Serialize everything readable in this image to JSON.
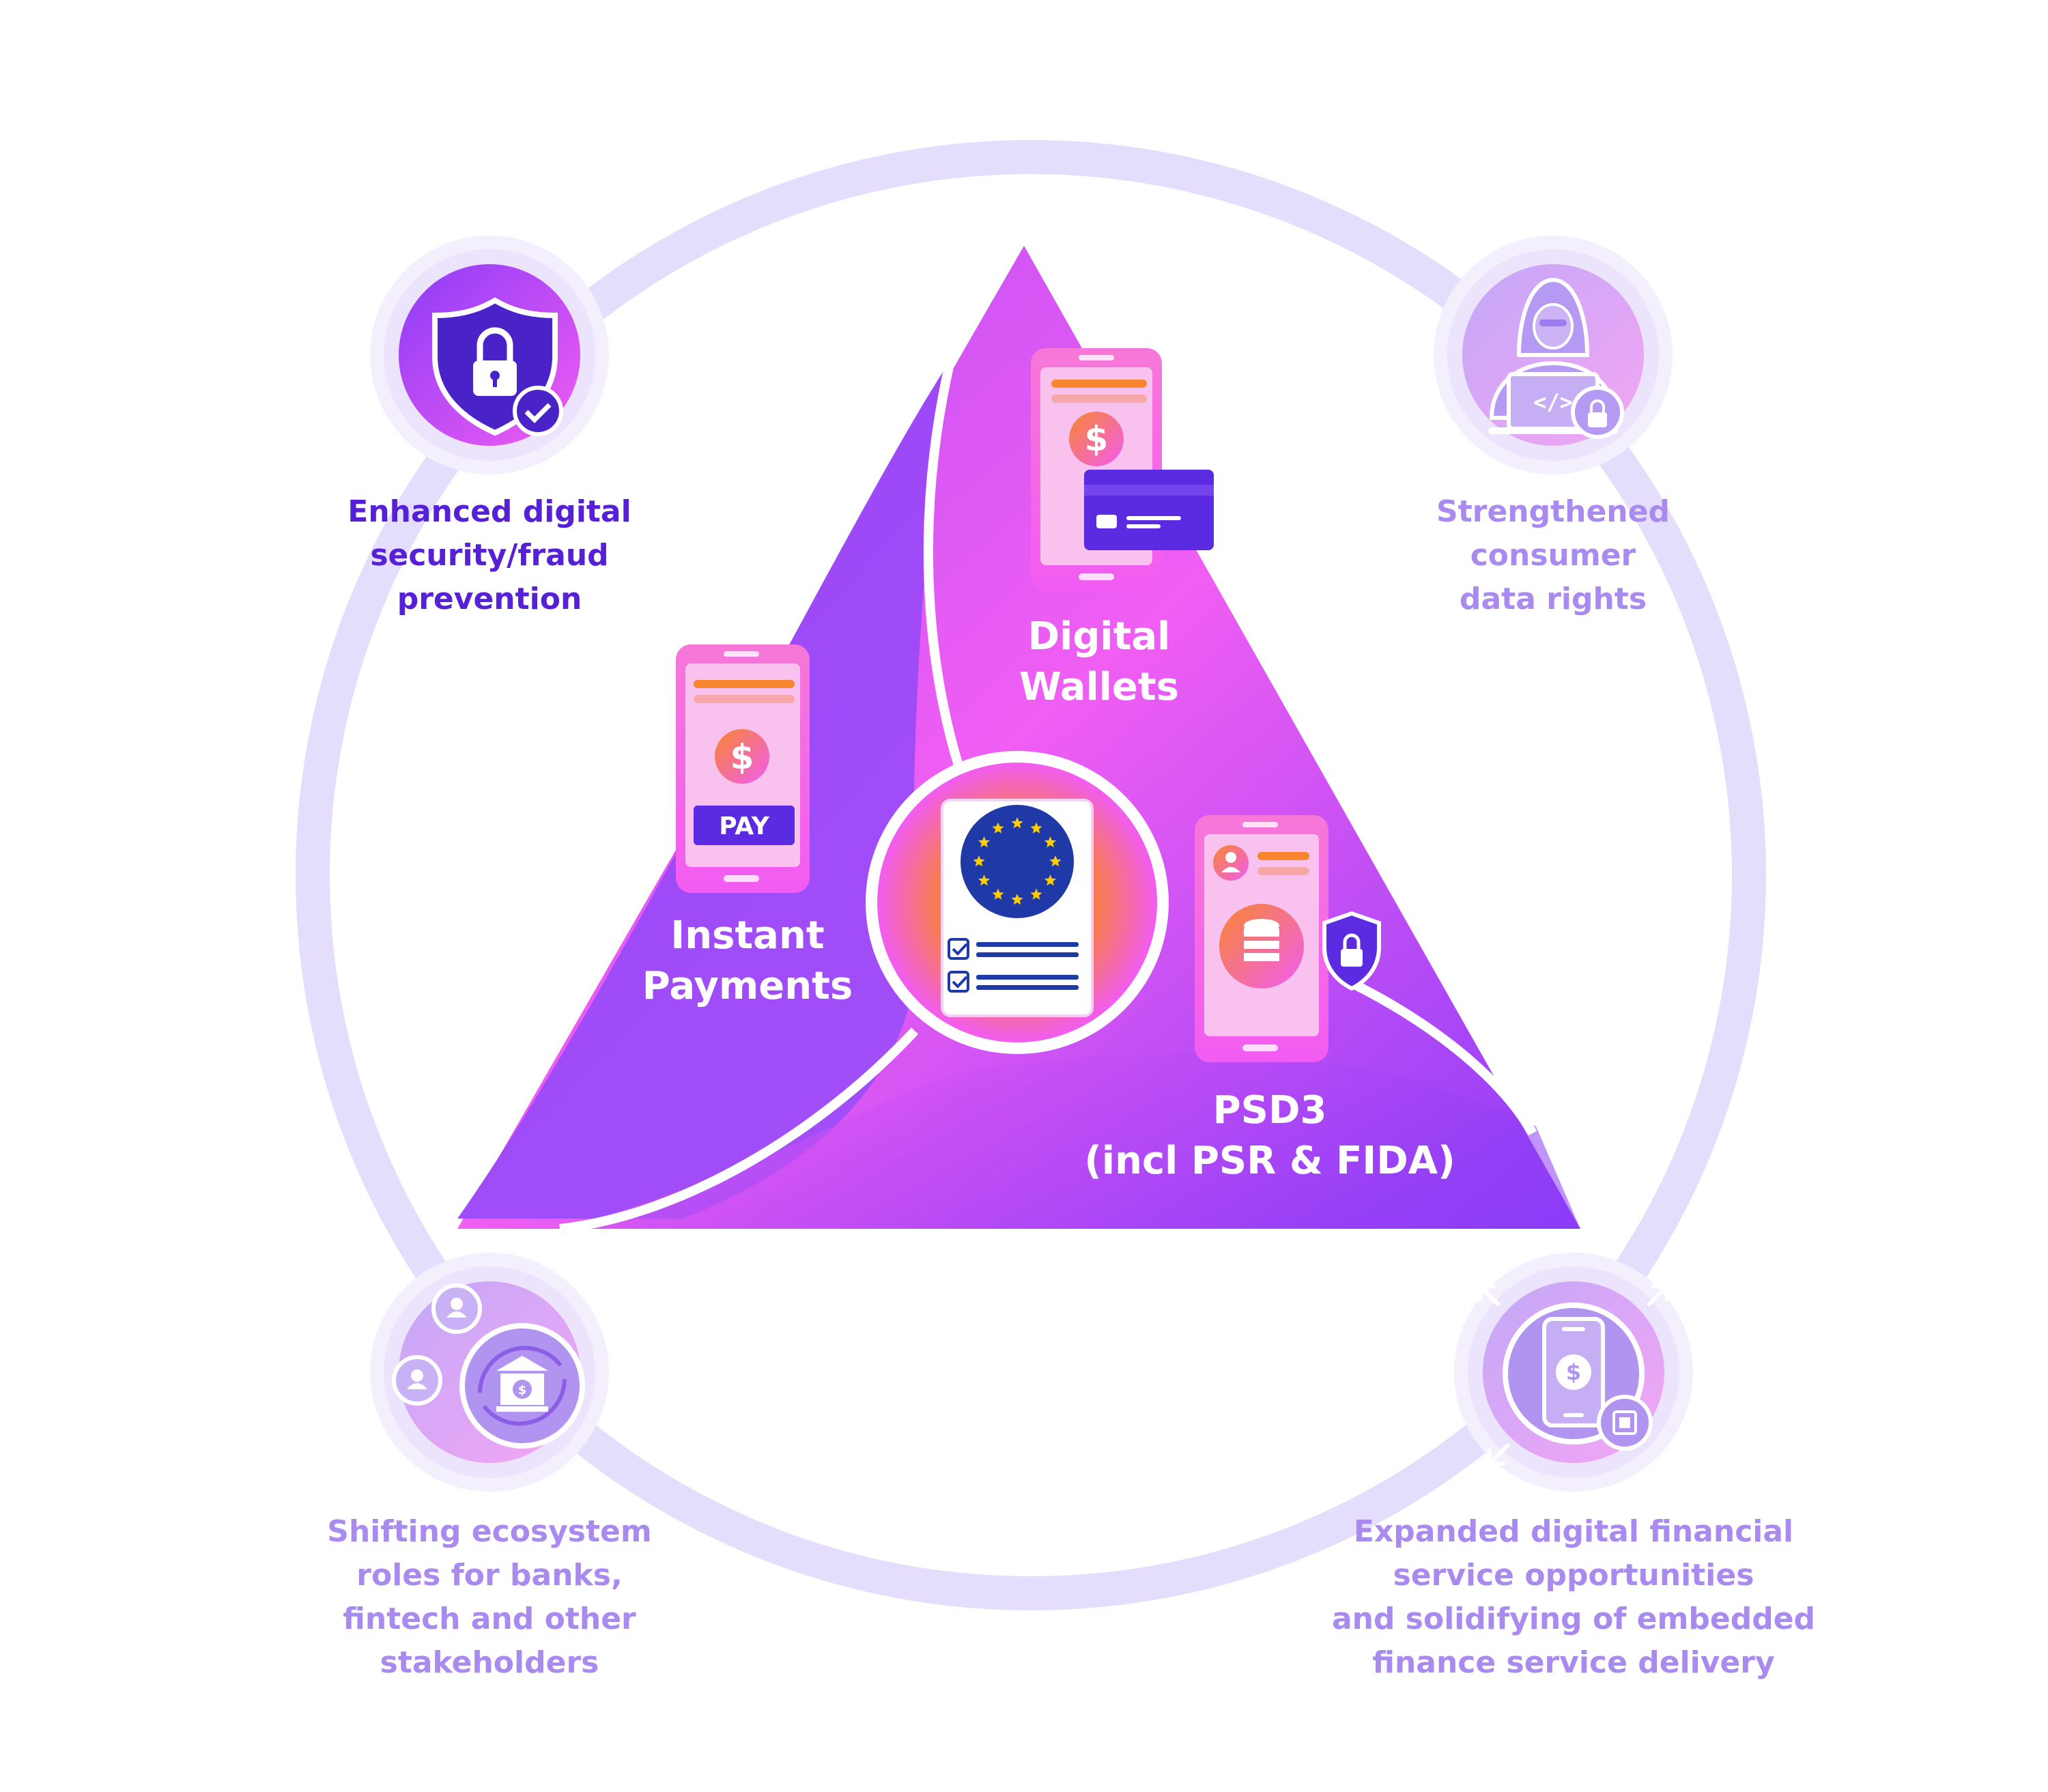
{
  "colors": {
    "ring": "#e4ddfb",
    "pink": "#f25cf2",
    "violet": "#8c3cf7",
    "deep_violet": "#5a2be0",
    "orange": "#f7862e",
    "caption_dark": "#5520d6",
    "caption_light": "#a98bf0",
    "eu_blue": "#1f3aa6",
    "eu_star": "#ffcc00"
  },
  "icons": {
    "top_left": "shield-lock-icon",
    "top_right": "hacker-laptop-icon",
    "bottom_left": "bank-ecosystem-icon",
    "bottom_right": "phone-dollar-chip-icon",
    "center": "eu-document-icon"
  },
  "triangle_labels": {
    "digital_wallets": [
      "Digital",
      "Wallets"
    ],
    "instant_payments": [
      "Instant",
      "Payments"
    ],
    "psd3": [
      "PSD3",
      "(incl PSR & FIDA)"
    ],
    "pay_button": "PAY"
  },
  "captions": {
    "top_left": [
      "Enhanced digital",
      "security/fraud",
      "prevention"
    ],
    "top_right": [
      "Strengthened",
      "consumer",
      "data rights"
    ],
    "bottom_left": [
      "Shifting ecosystem",
      "roles for banks,",
      "fintech and other",
      "stakeholders"
    ],
    "bottom_right": [
      "Expanded digital financial",
      "service opportunities",
      "and solidifying of embedded",
      "finance service delivery"
    ]
  }
}
